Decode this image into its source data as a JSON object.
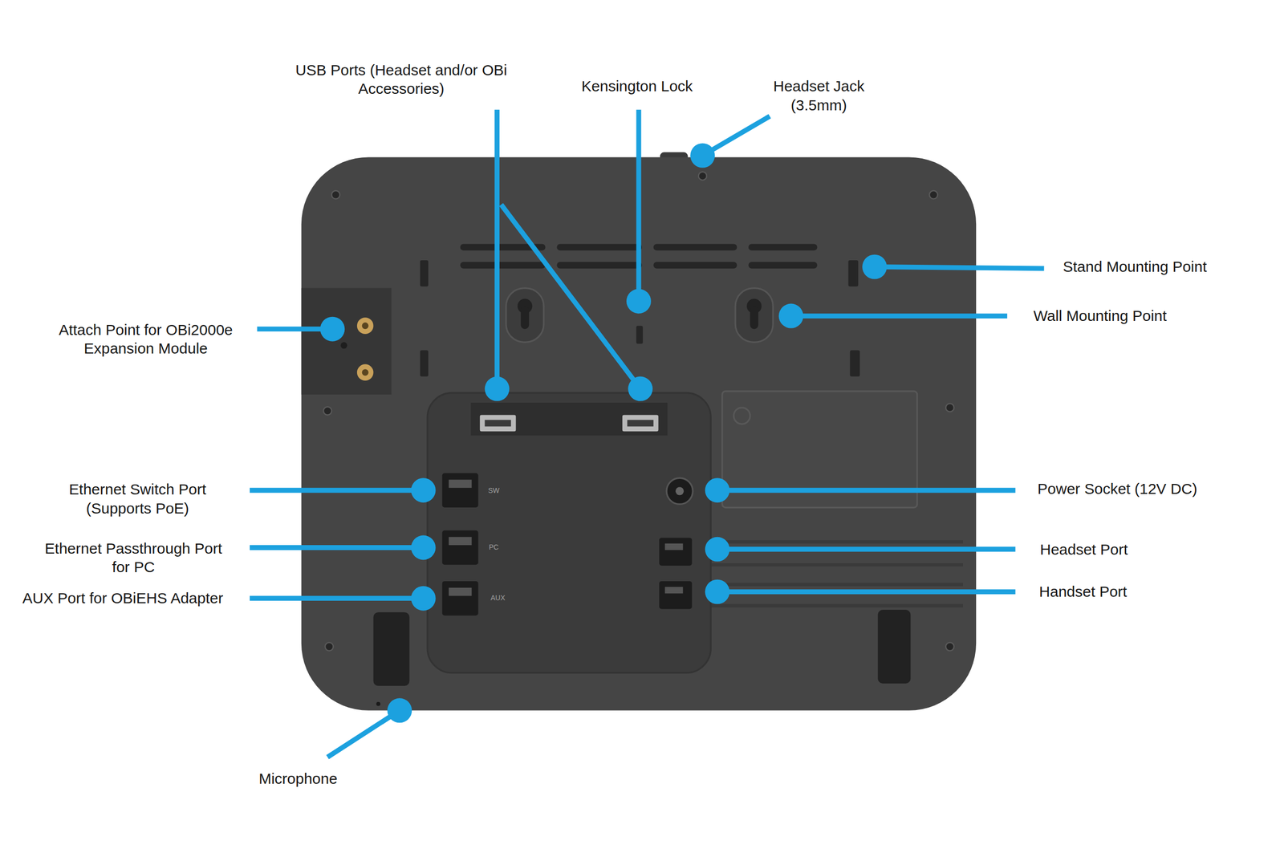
{
  "diagram": {
    "labels": [
      "USB Ports (Headset and/or OBi Accessories)",
      "Kensington Lock",
      "Headset Jack (3.5mm)",
      "Stand Mounting Point",
      "Attach Point for OBi2000e Expansion Module",
      "Wall Mounting Point",
      "Ethernet Switch Port (Supports PoE)",
      "SW",
      "Power Socket (12V DC)",
      "Ethernet Passthrough Port for PC",
      "PC",
      "Headset Port",
      "AUX Port for OBiEHS Adapter",
      "AUX",
      "Handset Port",
      "Microphone"
    ]
  }
}
